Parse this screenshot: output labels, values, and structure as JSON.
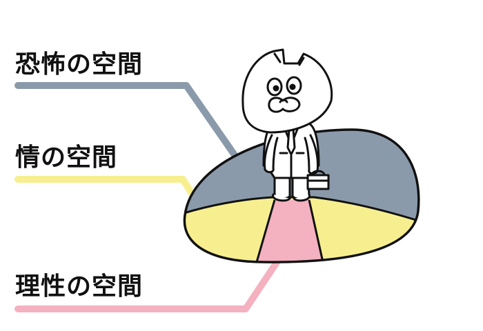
{
  "labels": {
    "fear": "恐怖の空間",
    "emotion": "情の空間",
    "reason": "理性の空間"
  },
  "colors": {
    "fear": "#8a9aab",
    "emotion": "#f7ef8f",
    "reason": "#f4b1bf",
    "outline": "#111111",
    "background": "#ffffff"
  },
  "icons": {
    "character": "cat-businessman-with-briefcase"
  }
}
